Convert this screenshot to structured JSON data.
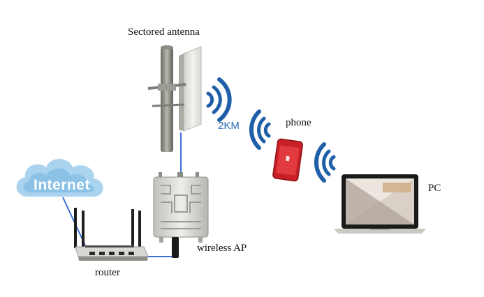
{
  "labels": {
    "antenna": "Sectored antenna",
    "distance": "2KM",
    "phone": "phone",
    "pc": "PC",
    "internet": "Internet",
    "wireless_ap": "wireless AP",
    "router": "router"
  },
  "colors": {
    "link": "#3a6fd8",
    "wifi": "#1f5fa8",
    "cloud": "#a9d3ef",
    "phone": "#d6242c",
    "distance_text": "#2b6fb0"
  },
  "icons": [
    "sector-antenna-icon",
    "wifi-signal-icon",
    "phone-icon",
    "laptop-icon",
    "cloud-icon",
    "access-point-icon",
    "router-icon"
  ]
}
